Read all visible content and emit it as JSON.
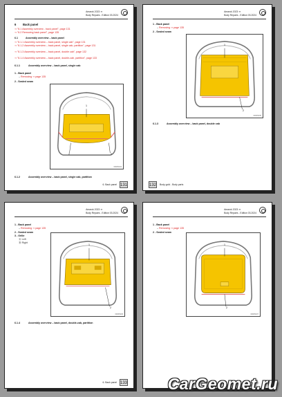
{
  "pages": {
    "p1": {
      "header_line1": "Amarok 2023 ➜",
      "header_line2": "Body Repairs - Edition 03.2024",
      "section_number": "6",
      "section_title": "Back panel",
      "links": [
        "⇒ \"6.1 Assembly overview - back panel\", page 131",
        "⇒ \"6.2 Removing back panel\", page 135"
      ],
      "sub1_num": "6.1",
      "sub1_title": "Assembly overview – back panel",
      "sub_links": [
        "⇒ \"6.1.1 Assembly overview – back panel, single cab\", page 131",
        "⇒ \"6.1.2 Assembly overview – back panel, single cab, partition\", page 131",
        "⇒ \"6.1.3 Assembly overview – back panel, double cab\", page 132",
        "⇒ \"6.1.4 Assembly overview – back panel, double-cab, partition\", page 133"
      ],
      "sub11_num": "6.1.1",
      "sub11_title": "Assembly overview – back panel, single cab",
      "item1": "1 - Back panel",
      "item1_sub": "Removing ⇒ page 135",
      "item2": "2 - Sealed seam",
      "fig_id": "00005234",
      "callouts": [
        "1",
        "2",
        "2"
      ],
      "sub12_num": "6.1.2",
      "sub12_title": "Assembly overview – back panel, single cab, partition",
      "footer": "6. Back panel",
      "page_number": "131"
    },
    "p2": {
      "header_line1": "Amarok 2023 ➜",
      "header_line2": "Body Repairs - Edition 03.2024",
      "item1": "1 - Back panel",
      "item1_sub": "Removing ⇒ page 135",
      "item2": "2 - Sealed seam",
      "fig_id": "00005235",
      "callouts": [
        "1",
        "2"
      ],
      "sub13_num": "6.1.3",
      "sub13_title": "Assembly overview – back panel, double cab",
      "footer": "Body gold - Body parts",
      "page_number": "132"
    },
    "p3": {
      "header_line1": "Amarok 2023 ➜",
      "header_line2": "Body Repairs - Edition 03.2024",
      "item1": "1 - Back panel",
      "item1_sub": "Removing ⇒ page 135",
      "item2": "2 - Sealed seam",
      "item3": "3 - Grille",
      "item3_subs": [
        "Ⓐ Left",
        "Ⓑ Right"
      ],
      "fig_id": "00005236",
      "callouts": [
        "1",
        "2"
      ],
      "sub14_num": "6.1.4",
      "sub14_title": "Assembly overview – back panel, double-cab, partition",
      "footer": "6. Back panel",
      "page_number": "133"
    },
    "p4": {
      "header_line1": "Amarok 2023 ➜",
      "header_line2": "Body Repairs - Edition 03.2024",
      "item1": "1 - Back panel",
      "item1_sub": "Removing ⇒ page 135",
      "item2": "2 - Sealed seam",
      "fig_id": "00005237",
      "callouts": [
        "1",
        "2"
      ]
    }
  },
  "watermark": "CarGeomet.ru",
  "colors": {
    "panel_fill": "#f5c400",
    "panel_stroke": "#8a6b00",
    "seam": "#e36a6a",
    "body_outline": "#777777",
    "link_red": "#d22222"
  }
}
